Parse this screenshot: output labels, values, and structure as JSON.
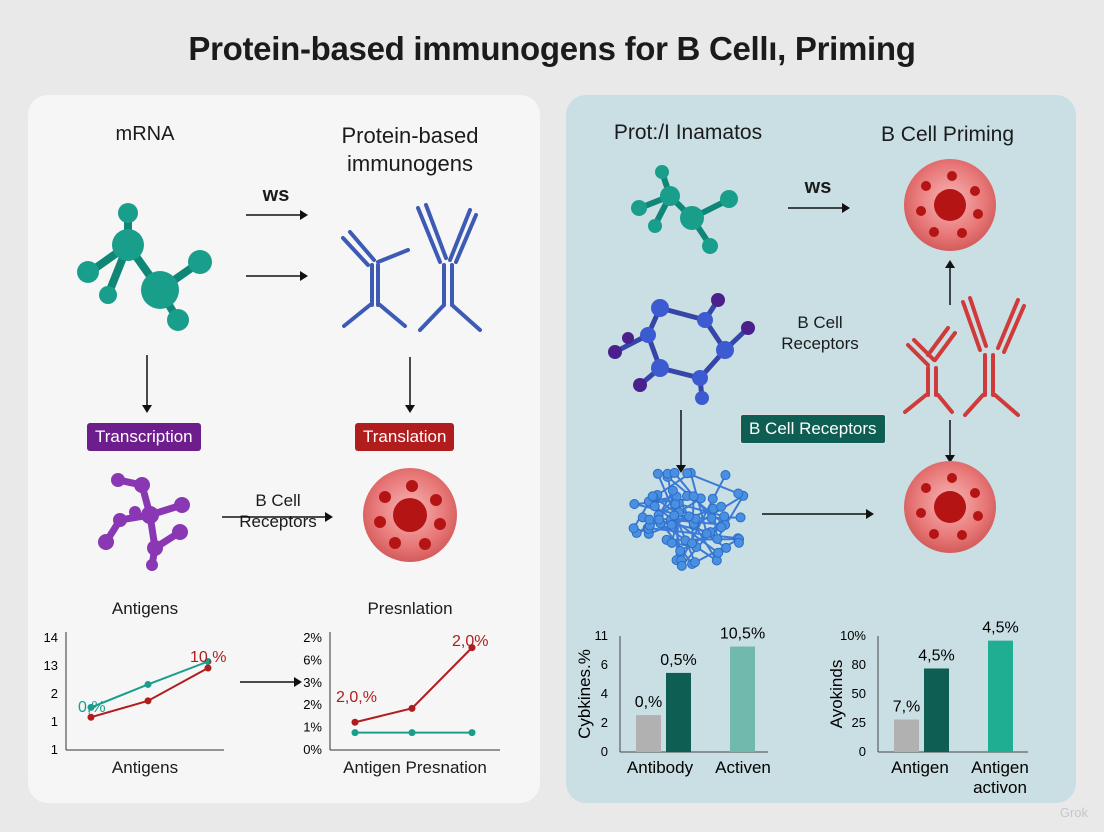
{
  "title": "Protein-based immunogens for B  Cellı, Priming",
  "left": {
    "mrna_label": "mRNA",
    "protein_label": "Protein-based immunogens",
    "ws_label": "ws",
    "transcription_tag": "Transcription",
    "translation_tag": "Translation",
    "bcell_label": "B Cell Receptors",
    "antigens_label": "Antigens",
    "presnlation_label": "Presnlation"
  },
  "right": {
    "prot_label": "Prot:/I Inamatos",
    "bcell_priming_label": "B Cell Priming",
    "ws_label": "ws",
    "bcell_receptors_label": "B Cell Receptors",
    "bcell_receptors_tag": "B Cell Receptors"
  },
  "colors": {
    "teal": "#1a9e8c",
    "purple": "#6d1e8c",
    "red": "#b11c1c",
    "blue": "#3d5bb5",
    "dark_teal": "#0f5e54"
  },
  "chart_data": [
    {
      "type": "line",
      "xlabel": "Antigens",
      "y_ticks": [
        "14",
        "13",
        "2",
        "1",
        "1"
      ],
      "series": [
        {
          "color": "#1a9e8c",
          "values": [
            1.3,
            2.0,
            2.7
          ]
        },
        {
          "color": "#b11c1c",
          "values": [
            1.0,
            1.5,
            2.5
          ]
        }
      ],
      "data_labels": [
        "0,%",
        "10,%"
      ]
    },
    {
      "type": "line",
      "xlabel": "Antigen Presnation",
      "y_ticks": [
        "2%",
        "6%",
        "3%",
        "2%",
        "1%",
        "0%"
      ],
      "series": [
        {
          "color": "#b11c1c",
          "values": [
            1.6,
            2.4,
            5.9
          ]
        },
        {
          "color": "#1a9e8c",
          "values": [
            1.0,
            1.0,
            1.0
          ]
        }
      ],
      "data_labels": [
        "2,0,%",
        "2,0%"
      ]
    },
    {
      "type": "bar",
      "ylabel": "Cybkines.%",
      "y_ticks": [
        "11",
        "6",
        "4",
        "2",
        "0"
      ],
      "categories": [
        "Antibody",
        "Activen"
      ],
      "bars": [
        {
          "value": 3.5,
          "label": "0,%",
          "color": "#b1b1b1"
        },
        {
          "value": 7.5,
          "label": "0,5%",
          "color": "#0f5e54"
        },
        {
          "value": 10.0,
          "label": "10,5%",
          "color": "#71b9ad"
        }
      ]
    },
    {
      "type": "bar",
      "ylabel": "Ayokinds",
      "y_ticks": [
        "10%",
        "80",
        "50",
        "25",
        "0"
      ],
      "categories": [
        "Antigen",
        "Antigen activon"
      ],
      "bars": [
        {
          "value": 28,
          "label": "7,%",
          "color": "#b1b1b1"
        },
        {
          "value": 72,
          "label": "4,5%",
          "color": "#0f5e54"
        },
        {
          "value": 96,
          "label": "4,5%",
          "color": "#1fae91"
        }
      ]
    }
  ],
  "watermark": "Grok"
}
